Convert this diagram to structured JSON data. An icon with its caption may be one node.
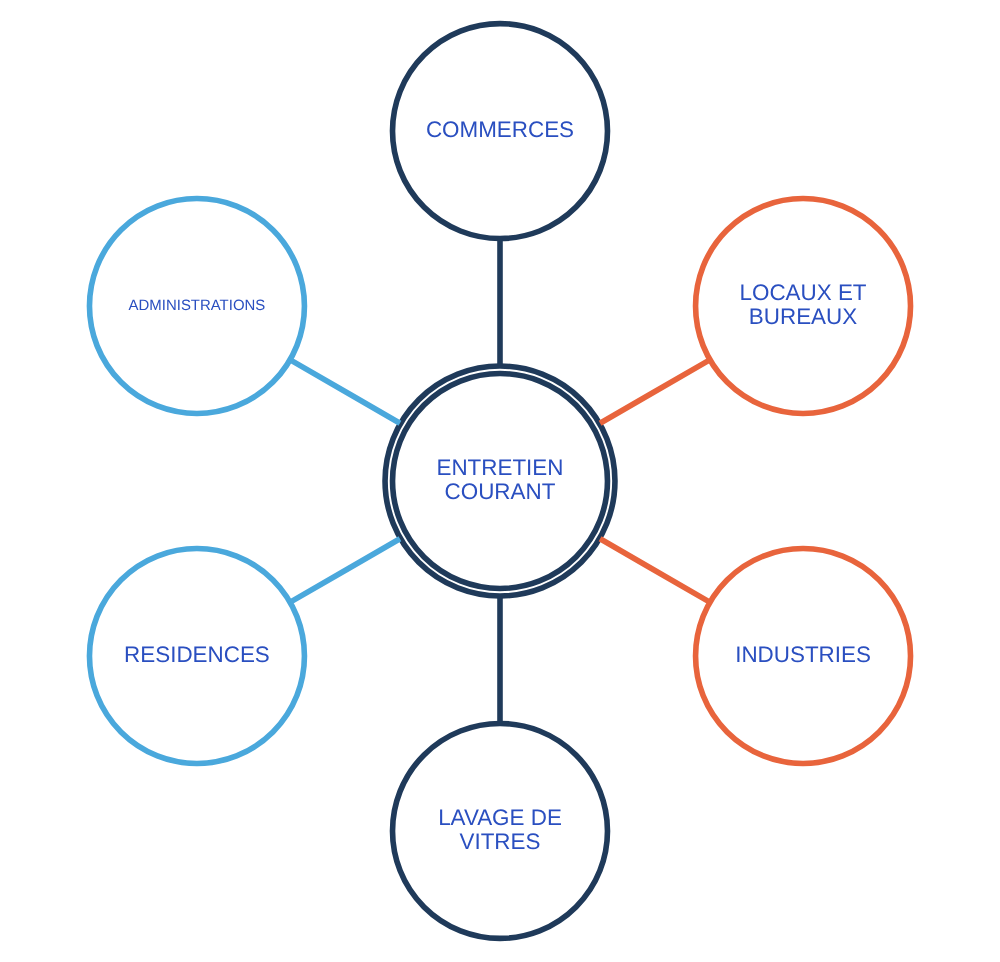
{
  "diagram": {
    "nodes": [
      {
        "text": [
          "LOCAUX ET BUREAUX"
        ]
      },
      {
        "text": [
          "COMMERCES"
        ]
      },
      {
        "text": [
          "ADMINISTRATIONS"
        ]
      },
      {
        "text": [
          "ENTRETIEN COURANT"
        ]
      },
      {
        "text": [
          "RESIDENCES"
        ]
      },
      {
        "text": [
          "LAVAGE DE VITRES"
        ]
      },
      {
        "text": [
          "INDUSTRIES"
        ]
      }
    ],
    "edges": [
      {
        "from": 3,
        "to": 0,
        "arrow": "none",
        "color": "#e8643c"
      },
      {
        "from": 3,
        "to": 1,
        "arrow": "none",
        "color": "#1f3a5a"
      },
      {
        "from": 3,
        "to": 4,
        "arrow": "none",
        "color": "#4aa8dc"
      },
      {
        "from": 3,
        "to": 6,
        "arrow": "none",
        "color": "#e8643c"
      },
      {
        "from": 3,
        "to": 5,
        "arrow": "none",
        "color": "#1f3a5a"
      },
      {
        "from": 3,
        "to": 2,
        "arrow": "none",
        "color": "#4aa8dc"
      }
    ]
  }
}
